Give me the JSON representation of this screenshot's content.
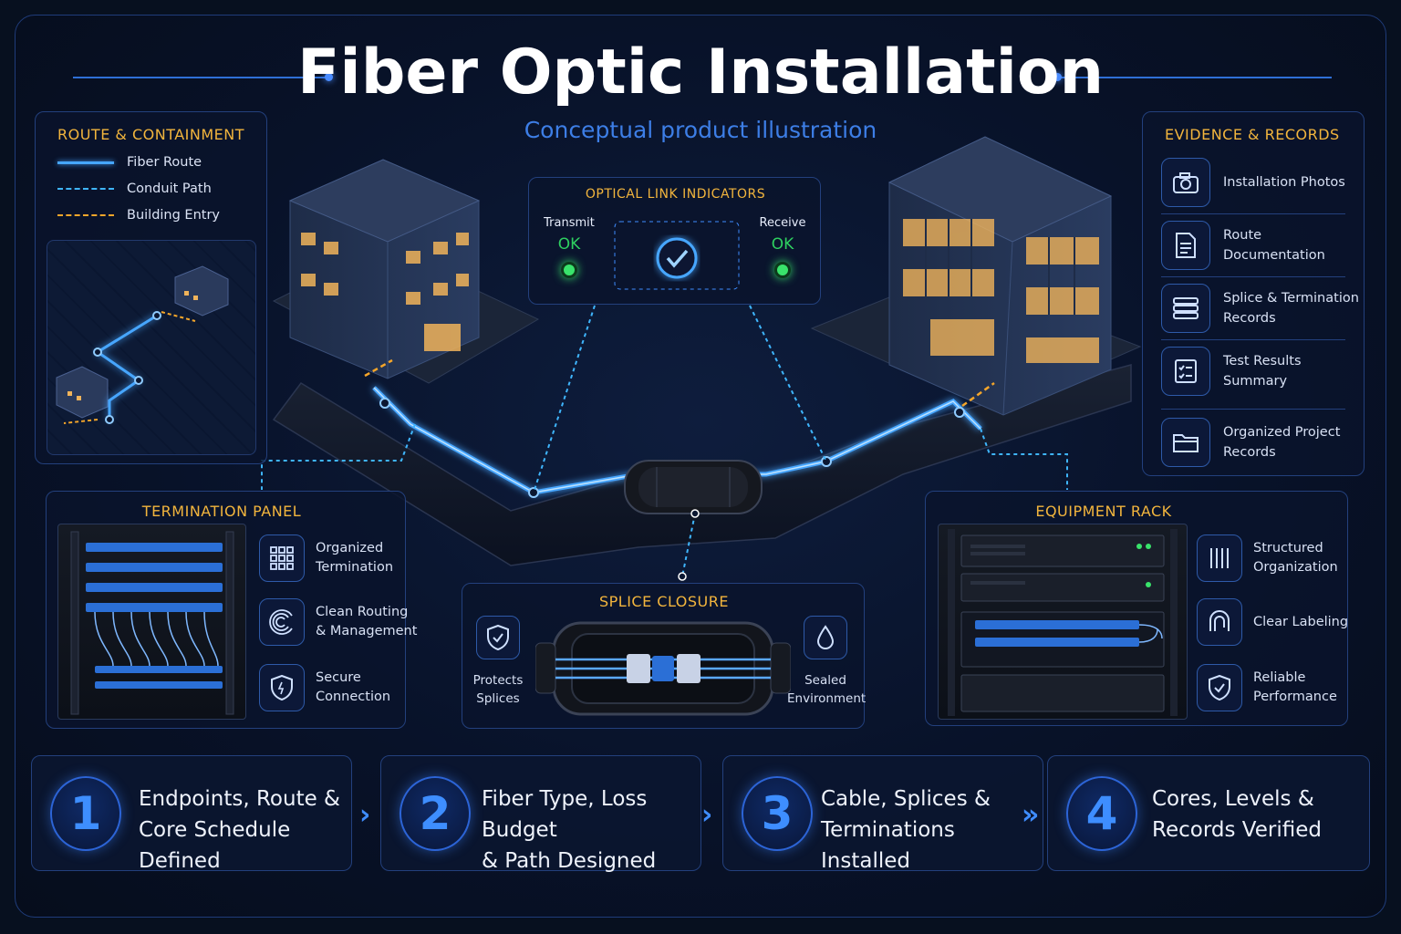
{
  "title": "Fiber Optic Installation",
  "subtitle": "Conceptual product illustration",
  "route": {
    "title": "ROUTE & CONTAINMENT",
    "legend": [
      {
        "label": "Fiber Route",
        "style": "solid",
        "color": "#46a6ff"
      },
      {
        "label": "Conduit Path",
        "style": "dashed",
        "color": "#3fb6ff"
      },
      {
        "label": "Building Entry",
        "style": "dashed",
        "color": "#f5a62a"
      }
    ]
  },
  "optical": {
    "title": "OPTICAL LINK INDICATORS",
    "transmit_label": "Transmit",
    "transmit_status": "OK",
    "receive_label": "Receive",
    "receive_status": "OK",
    "status_color": "#39e36b"
  },
  "evidence": {
    "title": "EVIDENCE & RECORDS",
    "items": [
      {
        "label": "Installation Photos",
        "icon": "camera-icon"
      },
      {
        "label": "Route Documentation",
        "icon": "document-icon"
      },
      {
        "label": "Splice & Termination Records",
        "icon": "stack-icon"
      },
      {
        "label": "Test Results Summary",
        "icon": "checklist-icon"
      },
      {
        "label": "Organized Project Records",
        "icon": "folder-icon"
      }
    ]
  },
  "termination": {
    "title": "TERMINATION PANEL",
    "features": [
      {
        "label": "Organized Termination",
        "icon": "grid-icon"
      },
      {
        "label": "Clean Routing & Management",
        "icon": "routing-icon"
      },
      {
        "label": "Secure Connection",
        "icon": "shield-icon"
      }
    ]
  },
  "splice": {
    "title": "SPLICE CLOSURE",
    "left_label": "Protects Splices",
    "left_icon": "shield-check-icon",
    "right_label": "Sealed Environment",
    "right_icon": "droplet-icon"
  },
  "rack": {
    "title": "EQUIPMENT RACK",
    "features": [
      {
        "label": "Structured Organization",
        "icon": "bars-icon"
      },
      {
        "label": "Clear Labeling",
        "icon": "tag-icon"
      },
      {
        "label": "Reliable Performance",
        "icon": "shield-check-icon"
      }
    ]
  },
  "steps": [
    {
      "number": "1",
      "line1": "Endpoints, Route &",
      "line2": "Core Schedule Defined"
    },
    {
      "number": "2",
      "line1": "Fiber Type, Loss Budget",
      "line2": "& Path Designed"
    },
    {
      "number": "3",
      "line1": "Cable, Splices &",
      "line2": "Terminations Installed"
    },
    {
      "number": "4",
      "line1": "Cores, Levels &",
      "line2": "Records Verified"
    }
  ],
  "colors": {
    "accent": "#3f8dff",
    "panel_title": "#f2b53d",
    "fiber": "#46a6ff",
    "background": "#07101f"
  }
}
